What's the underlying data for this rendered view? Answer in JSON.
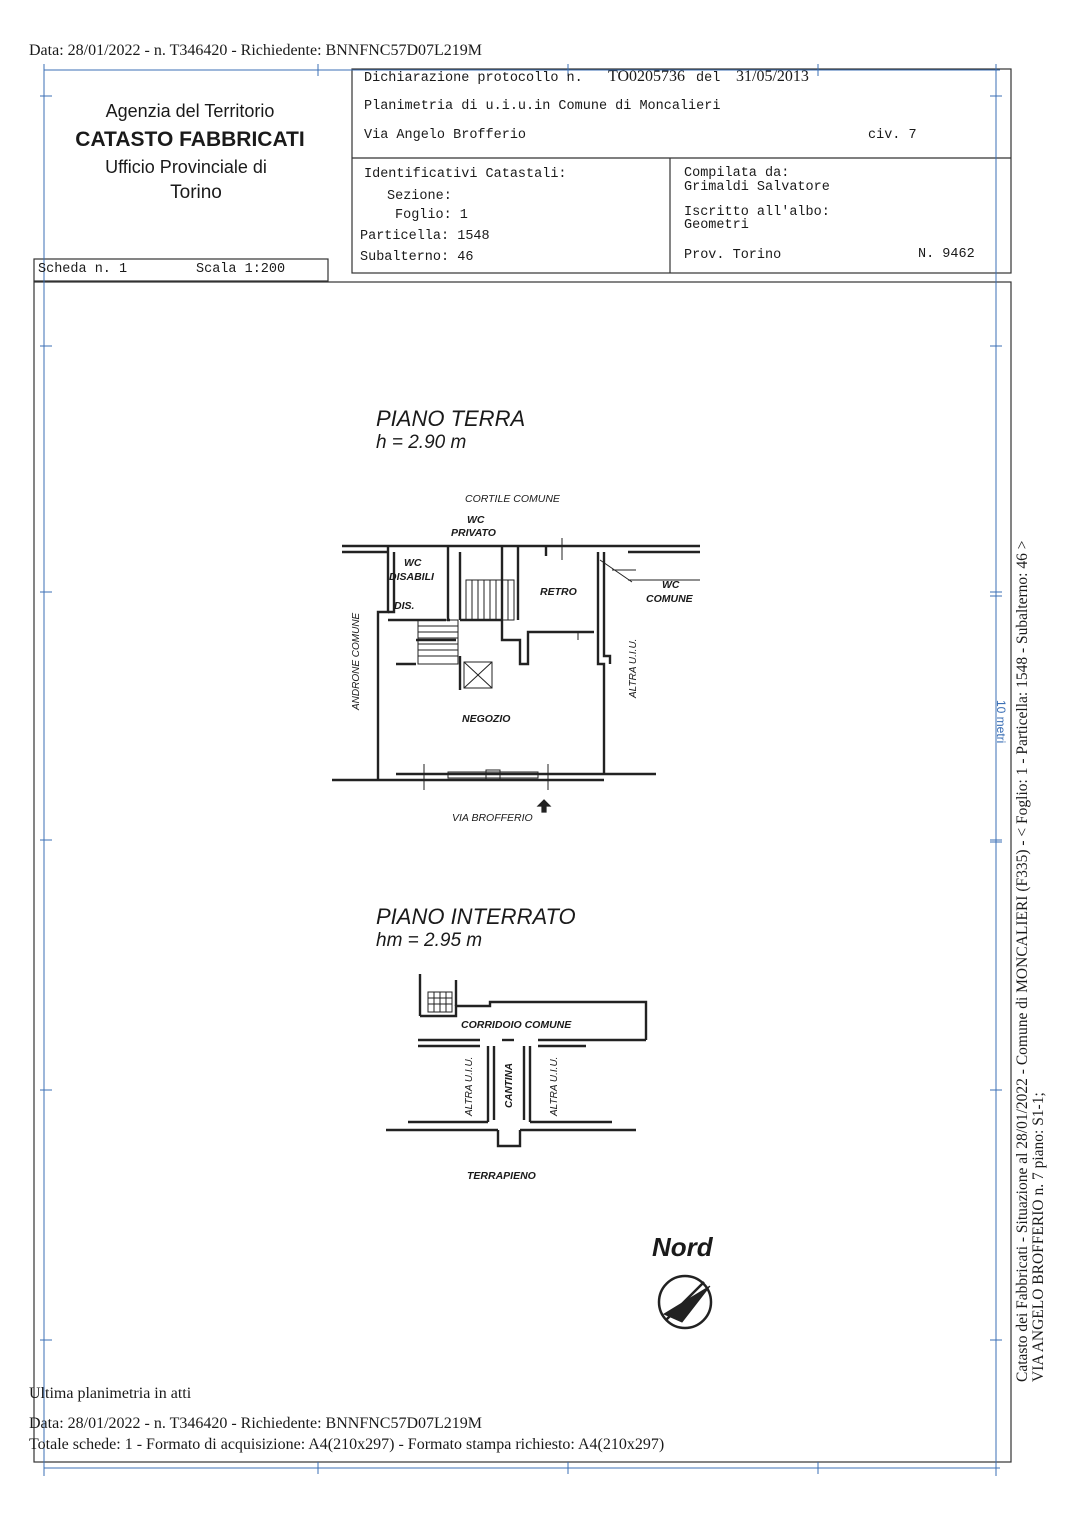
{
  "top_meta": "Data: 28/01/2022 - n. T346420 - Richiedente: BNNFNC57D07L219M",
  "agency": {
    "line1": "Agenzia del Territorio",
    "line2": "CATASTO FABBRICATI",
    "line3": "Ufficio Provinciale di",
    "line4": "Torino"
  },
  "header": {
    "dichiarazione_label": "Dichiarazione protocollo n.",
    "protocollo": "TO0205736",
    "del_label": "del",
    "date": "31/05/2013",
    "planimetria": "Planimetria di u.i.u.in Comune di Moncalieri",
    "address": "Via Angelo Brofferio",
    "civ": "civ. 7"
  },
  "identificativi": {
    "title": "Identificativi Catastali:",
    "sezione": "Sezione:",
    "foglio": "Foglio: 1",
    "particella": "Particella: 1548",
    "subalterno": "Subalterno: 46"
  },
  "compilata": {
    "label": "Compilata da:",
    "name": "Grimaldi Salvatore",
    "iscritto": "Iscritto all'albo:",
    "albo": "Geometri",
    "prov": "Prov. Torino",
    "number": "N. 9462"
  },
  "scheda": {
    "label": "Scheda n. 1",
    "scala": "Scala 1:200"
  },
  "piano_terra": {
    "title": "PIANO TERRA",
    "height": "h = 2.90 m",
    "labels": {
      "cortile": "CORTILE COMUNE",
      "wc_privato_1": "WC",
      "wc_privato_2": "PRIVATO",
      "wc_disabili_1": "WC",
      "wc_disabili_2": "DISABILI",
      "dis": "DIS.",
      "retro": "RETRO",
      "wc_comune_1": "WC",
      "wc_comune_2": "COMUNE",
      "androne": "ANDRONE COMUNE",
      "altra_uiu": "ALTRA U.I.U.",
      "negozio": "NEGOZIO",
      "via": "VIA BROFFERIO"
    }
  },
  "piano_interrato": {
    "title": "PIANO INTERRATO",
    "height": "hm = 2.95 m",
    "labels": {
      "corridoio": "CORRIDOIO COMUNE",
      "altra_left": "ALTRA U.I.U.",
      "cantina": "CANTINA",
      "altra_right": "ALTRA U.I.U.",
      "terrapieno": "TERRAPIENO"
    }
  },
  "nord": "Nord",
  "scale_bar": "10 metri",
  "side_text_1": "Catasto dei Fabbricati - Situazione al 28/01/2022 - Comune di MONCALIERI (F335) - < Foglio: 1 - Particella: 1548 - Subalterno: 46 >",
  "side_text_2": "VIA ANGELO BROFFERIO n. 7 piano: S1-1;",
  "footer": {
    "ultima": "Ultima planimetria in atti",
    "data": "Data: 28/01/2022 - n. T346420 - Richiedente: BNNFNC57D07L219M",
    "totale": "Totale schede: 1 - Formato di acquisizione: A4(210x297)  - Formato stampa richiesto: A4(210x297)"
  }
}
